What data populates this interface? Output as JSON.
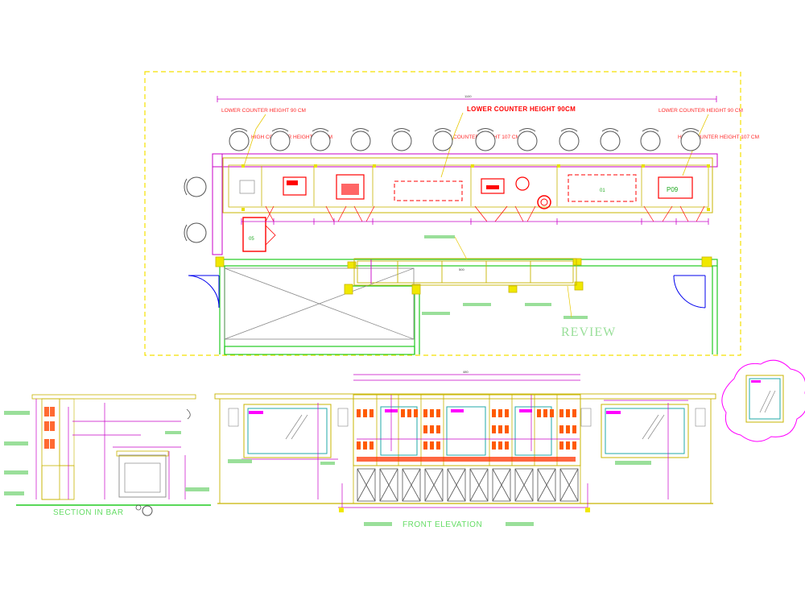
{
  "plan": {
    "overall_dim": "1100",
    "lower_counter_left": "LOWER COUNTER HEIGHT 90 CM",
    "lower_counter_center": "LOWER COUNTER HEIGHT   90CM",
    "lower_counter_right": "LOWER COUNTER HEIGHT 90 CM",
    "high_counter_left": "HIGH COUNTER HEIGHT 107 CM",
    "high_counter_center": "HIGH COUNTER HEIGHT 107 CM",
    "high_counter_right": "HIGH COUNTER HEIGHT 107 CM",
    "fridge_code": "01",
    "cabinet_code": "P09",
    "corner_code": "05",
    "back_bar_dim": "500",
    "review": "REVIEW"
  },
  "section": {
    "title": "SECTION IN BAR"
  },
  "elevation": {
    "overall_dim": "480",
    "title": "FRONT ELEVATION"
  }
}
